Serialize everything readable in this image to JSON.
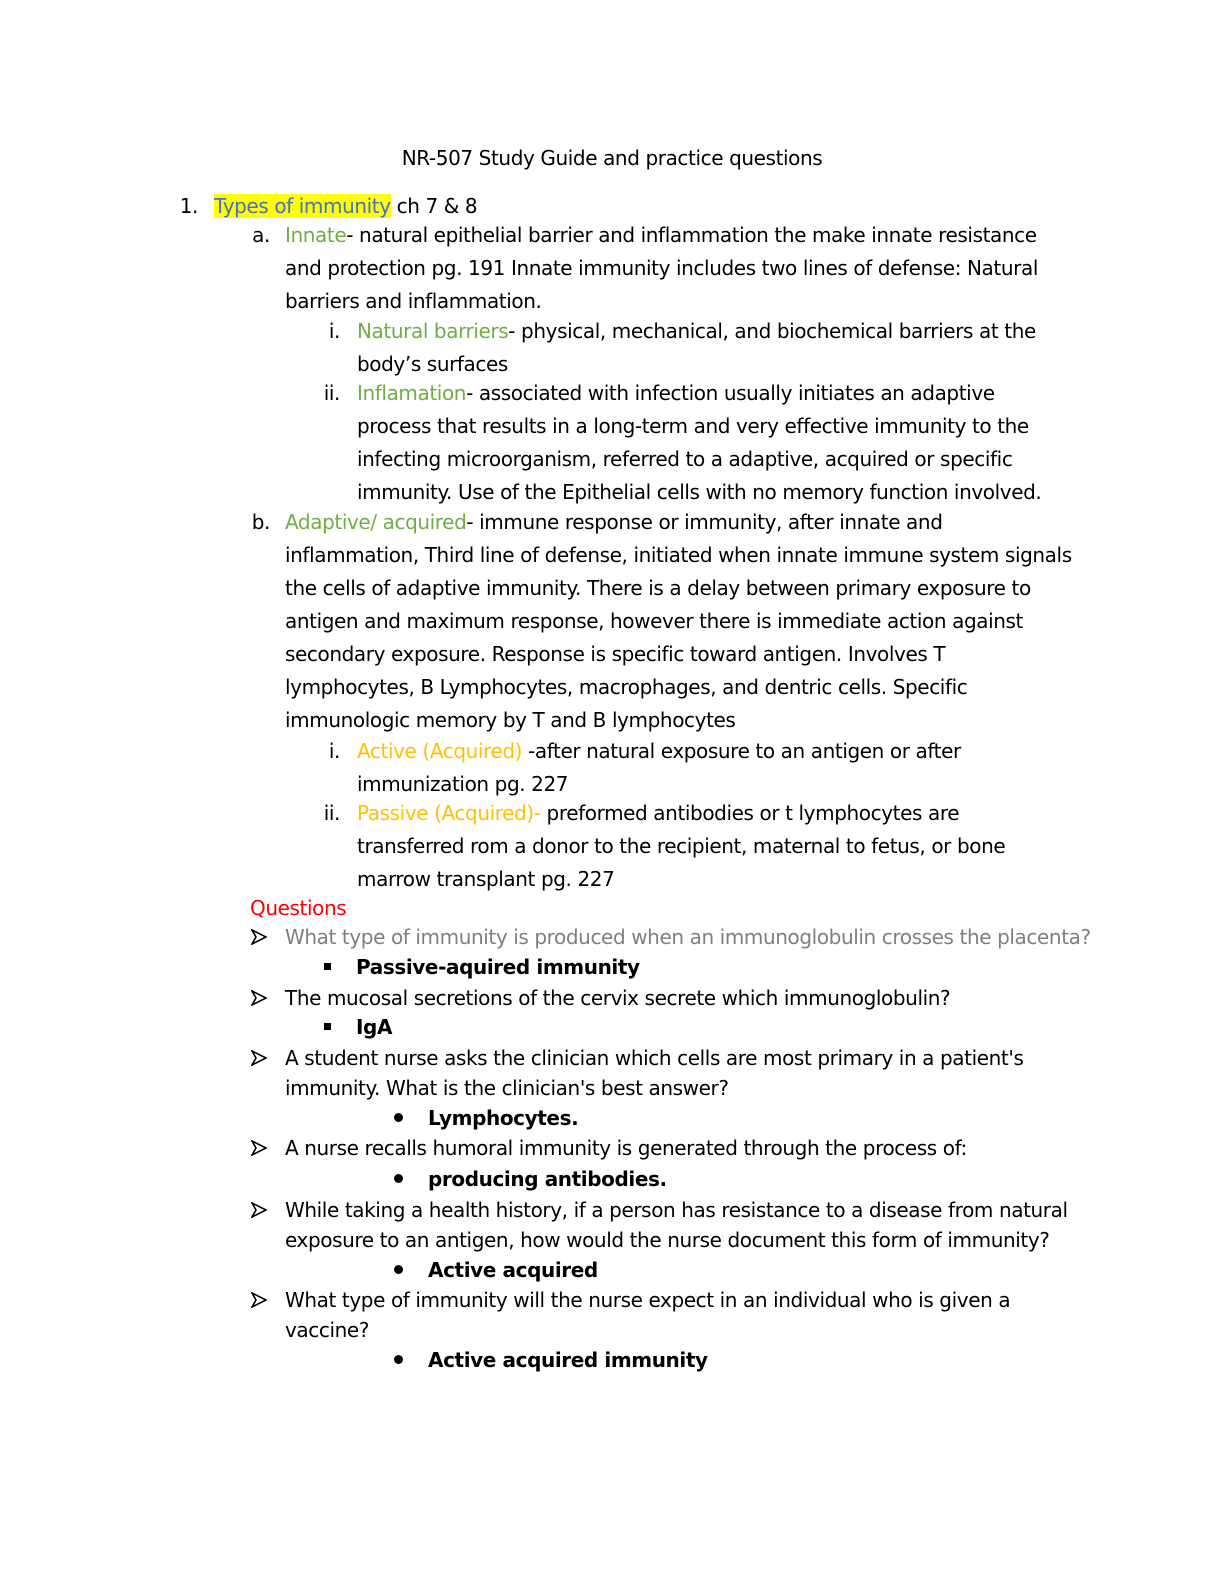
{
  "title": "NR-507 Study Guide and practice questions",
  "section1": {
    "number": "1.",
    "heading": "Types of immunity",
    "heading_suffix": " ch 7 & 8"
  },
  "item_a": {
    "marker": "a.",
    "term": "Innate",
    "lines": [
      "- natural epithelial barrier and inflammation the make innate resistance",
      "and protection pg. 191 Innate immunity includes two lines of defense: Natural",
      "barriers and inflammation."
    ]
  },
  "item_a_i": {
    "marker": "i.",
    "term": "Natural barriers",
    "lines": [
      "- physical, mechanical, and biochemical barriers at the",
      "body’s surfaces"
    ]
  },
  "item_a_ii": {
    "marker": "ii.",
    "term": "Inflamation",
    "lines": [
      "- associated with infection usually initiates an adaptive",
      "process that results in a long-term and very effective immunity to the",
      "infecting microorganism, referred to a adaptive, acquired or specific",
      "immunity. Use of the Epithelial cells with no memory function involved."
    ]
  },
  "item_b": {
    "marker": "b.",
    "term": "Adaptive/ acquired",
    "lines": [
      "- immune response or immunity, after innate and",
      "inflammation, Third line of defense, initiated when innate immune system signals",
      "the cells of adaptive immunity. There is a delay between primary exposure to",
      "antigen and maximum response, however there is immediate action against",
      "secondary exposure. Response is specific toward antigen. Involves T",
      "lymphocytes, B Lymphocytes, macrophages, and dentric cells. Specific",
      "immunologic memory by T and B lymphocytes"
    ]
  },
  "item_b_i": {
    "marker": "i.",
    "term": "Active (Acquired)",
    "lines": [
      " -after natural exposure to an antigen or after",
      "immunization pg. 227"
    ]
  },
  "item_b_ii": {
    "marker": "ii.",
    "term": "Passive (Acquired)-",
    "lines": [
      " preformed antibodies or t lymphocytes are",
      "transferred rom a donor to the recipient, maternal to fetus, or bone",
      "marrow transplant pg. 227"
    ]
  },
  "questions_heading": "Questions",
  "questions": [
    {
      "lines": [
        "What type of immunity is produced when an immunoglobulin crosses the placenta?"
      ],
      "answer": "Passive-aquired immunity"
    },
    {
      "lines": [
        "The mucosal secretions of the cervix secrete which immunoglobulin?"
      ],
      "answer": "IgA"
    },
    {
      "lines": [
        "A student nurse asks the clinician which cells are most primary in a patient's",
        "immunity. What is the clinician's best answer?"
      ],
      "answer": "Lymphocytes."
    },
    {
      "lines": [
        "A nurse recalls humoral immunity is generated through the process of:"
      ],
      "answer": "producing antibodies."
    },
    {
      "lines": [
        "While taking a health history, if a person has resistance to a disease from natural",
        "exposure to an antigen, how would the nurse document this form of immunity?"
      ],
      "answer": "Active acquired"
    },
    {
      "lines": [
        "What type of immunity will the nurse expect in an individual who is given a",
        "vaccine?"
      ],
      "answer": "Active acquired immunity"
    }
  ],
  "icons": {
    "question_bullet": "arrowhead-icon",
    "square_bullet": "square-bullet-icon",
    "round_bullet": "round-bullet-icon"
  },
  "colors": {
    "heading_highlight": "#ffff00",
    "heading_text": "#4472c4",
    "term_green": "#70ad47",
    "term_orange": "#ffc000",
    "questions_red": "#ff0000",
    "first_question_gray": "#7f7f7f"
  }
}
